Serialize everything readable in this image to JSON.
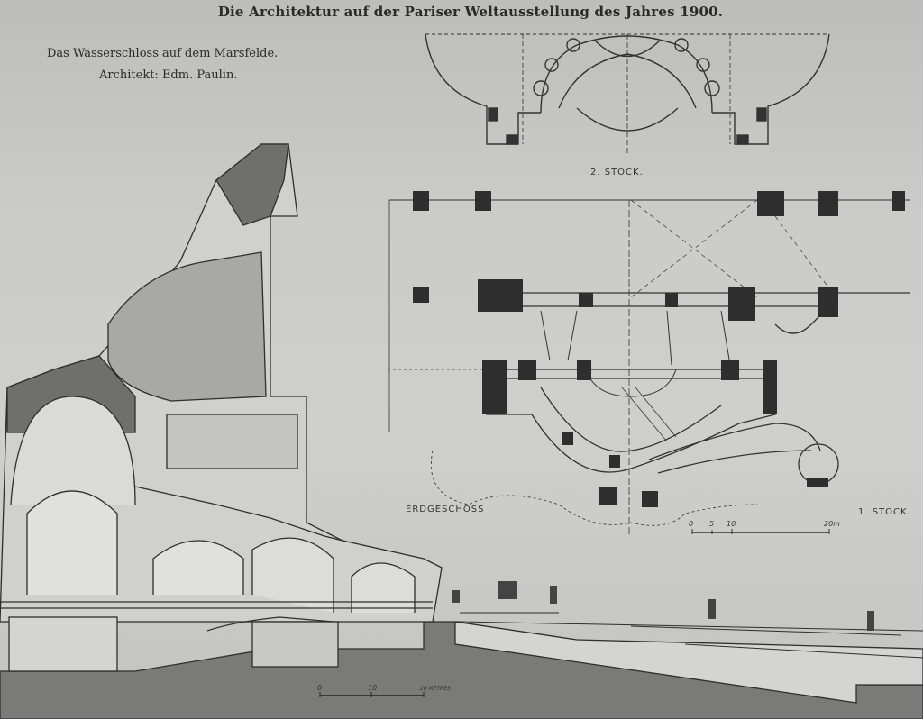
{
  "page": {
    "title": "Die Architektur auf der Pariser Weltausstellung des Jahres 1900.",
    "subtitle": "Das Wasserschloss auf dem Marsfelde.",
    "architect": "Architekt: Edm. Paulin."
  },
  "plans": {
    "upper_label": "2. STOCK.",
    "ground_label": "ERDGESCHOSS",
    "first_label": "1. STOCK."
  },
  "plan_scale": {
    "ticks": [
      "0",
      "5",
      "10",
      "20m"
    ]
  },
  "section_scale": {
    "ticks": [
      "0",
      "10",
      "20 MÈTRES"
    ]
  }
}
